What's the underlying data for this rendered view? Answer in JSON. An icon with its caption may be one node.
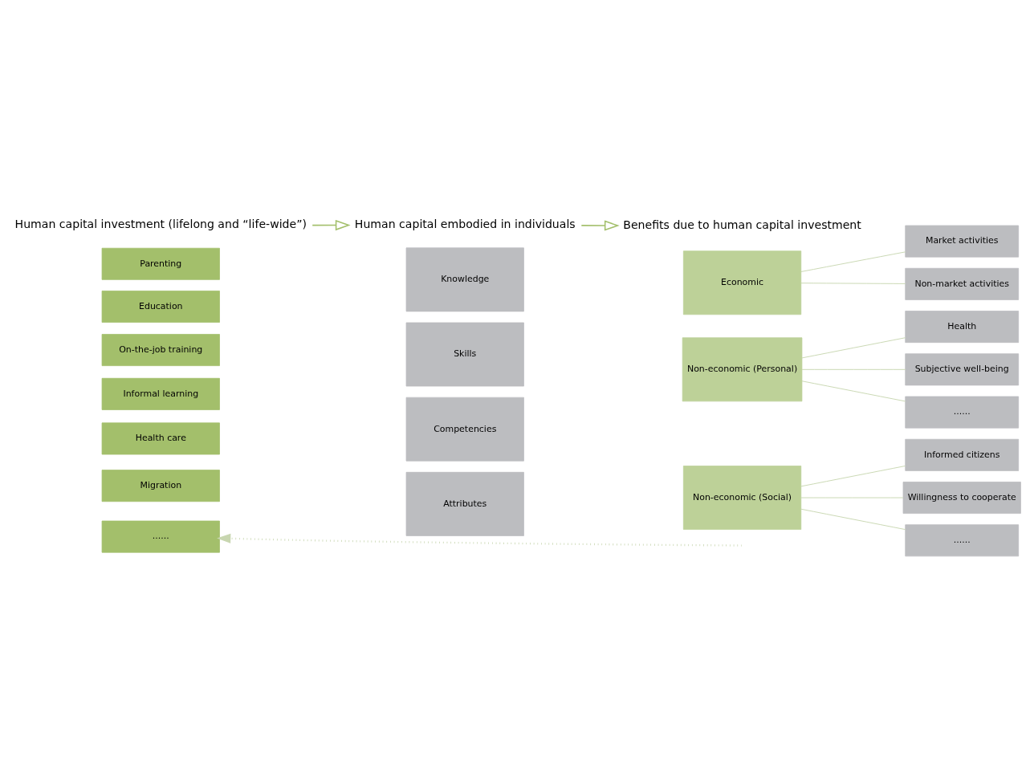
{
  "diagram": {
    "nodes": [
      {
        "text": [
          "Human capital investment (lifelong and “life-wide”)"
        ]
      },
      {
        "text": [
          "Human capital embodied in individuals"
        ]
      },
      {
        "text": [
          "Benefits due to human capital investment"
        ]
      },
      {
        "text": [
          "Parenting"
        ]
      },
      {
        "text": [
          "Education"
        ]
      },
      {
        "text": [
          "On-the-job training"
        ]
      },
      {
        "text": [
          "Informal learning"
        ]
      },
      {
        "text": [
          "Health care"
        ]
      },
      {
        "text": [
          "Migration"
        ]
      },
      {
        "text": [
          "......"
        ]
      },
      {
        "text": [
          "Knowledge"
        ]
      },
      {
        "text": [
          "Skills"
        ]
      },
      {
        "text": [
          "Competencies"
        ]
      },
      {
        "text": [
          "Attributes"
        ]
      },
      {
        "text": [
          "Economic"
        ]
      },
      {
        "text": [
          "Non-economic (Personal)"
        ]
      },
      {
        "text": [
          "Non-economic (Social)"
        ]
      },
      {
        "text": [
          "Market activities"
        ]
      },
      {
        "text": [
          "Non-market activities"
        ]
      },
      {
        "text": [
          "Health"
        ]
      },
      {
        "text": [
          "Subjective well-being"
        ]
      },
      {
        "text": [
          "......"
        ]
      },
      {
        "text": [
          "Informed citizens"
        ]
      },
      {
        "text": [
          "Willingness to cooperate"
        ]
      },
      {
        "text": [
          "......"
        ]
      }
    ],
    "edges": [
      {
        "from": 0,
        "to": 1,
        "arrow": "to"
      },
      {
        "from": 1,
        "to": 2,
        "arrow": "to"
      },
      {
        "from": null,
        "to": 9,
        "arrow": "to",
        "style": "dashed"
      },
      {
        "from": 14,
        "to": 17,
        "arrow": "none"
      },
      {
        "from": 14,
        "to": 18,
        "arrow": "none"
      },
      {
        "from": 15,
        "to": 19,
        "arrow": "none"
      },
      {
        "from": 15,
        "to": 20,
        "arrow": "none"
      },
      {
        "from": 15,
        "to": 21,
        "arrow": "none"
      },
      {
        "from": 16,
        "to": 22,
        "arrow": "none"
      },
      {
        "from": 16,
        "to": 23,
        "arrow": "none"
      },
      {
        "from": 16,
        "to": 24,
        "arrow": "none"
      }
    ]
  }
}
